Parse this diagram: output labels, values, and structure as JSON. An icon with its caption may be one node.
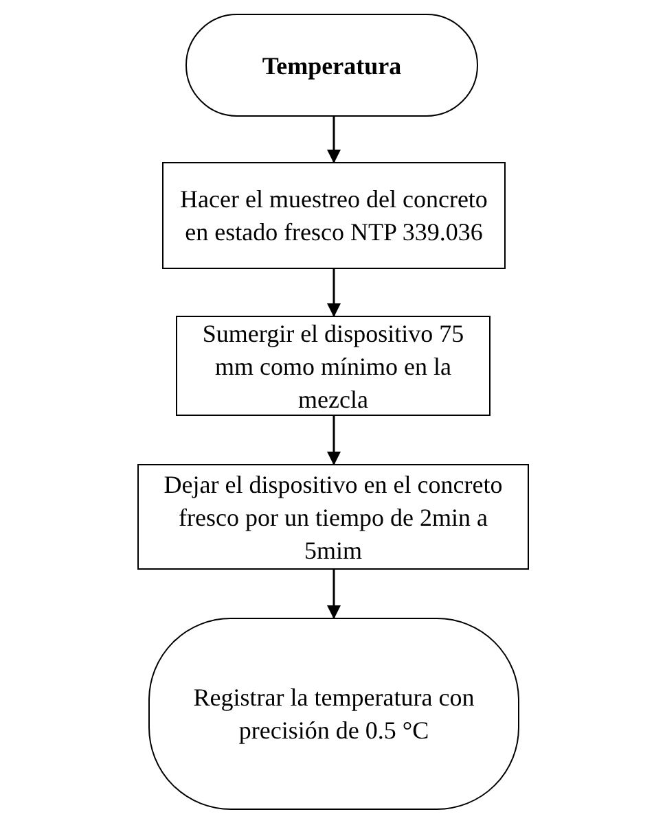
{
  "diagram": {
    "nodes": [
      {
        "text": [
          "Temperatura"
        ]
      },
      {
        "text": [
          "Hacer el muestreo del concreto en estado fresco NTP 339.036"
        ]
      },
      {
        "text": [
          "Sumergir el dispositivo 75 mm como mínimo en la mezcla"
        ]
      },
      {
        "text": [
          "Dejar el dispositivo en el concreto fresco por un tiempo de 2min a 5mim"
        ]
      },
      {
        "text": [
          "Registrar la temperatura con precisión de 0.5 °C"
        ]
      }
    ],
    "edges": [
      {
        "from": 0,
        "to": 1,
        "arrow": "to"
      },
      {
        "from": 1,
        "to": 2,
        "arrow": "to"
      },
      {
        "from": 2,
        "to": 3,
        "arrow": "to"
      },
      {
        "from": 3,
        "to": 4,
        "arrow": "to"
      }
    ]
  }
}
